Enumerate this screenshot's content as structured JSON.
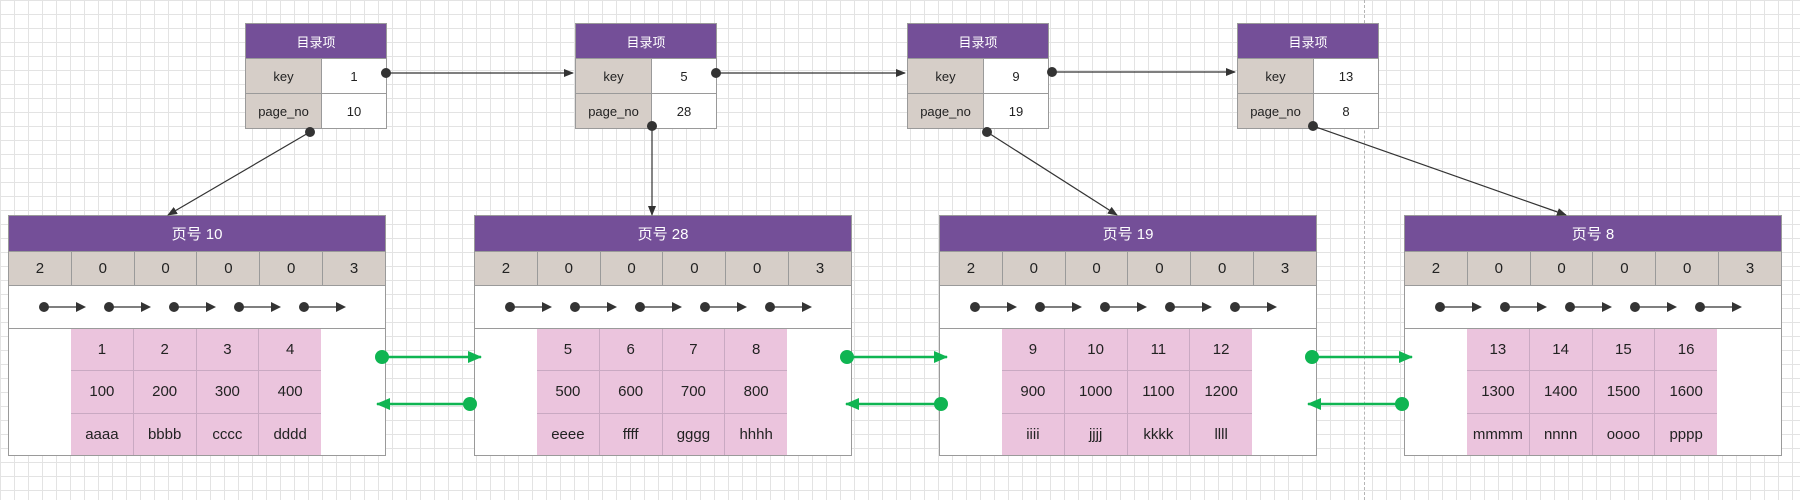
{
  "colors": {
    "header_purple": "#744f98",
    "label_beige": "#d6cec8",
    "record_pink": "#ebc4dd",
    "arrow_green": "#0fb552",
    "pointer_dark": "#333333"
  },
  "directory": [
    {
      "title": "目录项",
      "key_label": "key",
      "key": "1",
      "page_no_label": "page_no",
      "page_no": "10"
    },
    {
      "title": "目录项",
      "key_label": "key",
      "key": "5",
      "page_no_label": "page_no",
      "page_no": "28"
    },
    {
      "title": "目录项",
      "key_label": "key",
      "key": "9",
      "page_no_label": "page_no",
      "page_no": "19"
    },
    {
      "title": "目录项",
      "key_label": "key",
      "key": "13",
      "page_no_label": "page_no",
      "page_no": "8"
    }
  ],
  "pages": [
    {
      "title": "页号 10",
      "header": [
        "2",
        "0",
        "0",
        "0",
        "0",
        "3"
      ],
      "records": [
        {
          "key": "1",
          "value": "100",
          "text": "aaaa"
        },
        {
          "key": "2",
          "value": "200",
          "text": "bbbb"
        },
        {
          "key": "3",
          "value": "300",
          "text": "cccc"
        },
        {
          "key": "4",
          "value": "400",
          "text": "dddd"
        }
      ]
    },
    {
      "title": "页号 28",
      "header": [
        "2",
        "0",
        "0",
        "0",
        "0",
        "3"
      ],
      "records": [
        {
          "key": "5",
          "value": "500",
          "text": "eeee"
        },
        {
          "key": "6",
          "value": "600",
          "text": "ffff"
        },
        {
          "key": "7",
          "value": "700",
          "text": "gggg"
        },
        {
          "key": "8",
          "value": "800",
          "text": "hhhh"
        }
      ]
    },
    {
      "title": "页号 19",
      "header": [
        "2",
        "0",
        "0",
        "0",
        "0",
        "3"
      ],
      "records": [
        {
          "key": "9",
          "value": "900",
          "text": "iiii"
        },
        {
          "key": "10",
          "value": "1000",
          "text": "jjjj"
        },
        {
          "key": "11",
          "value": "1100",
          "text": "kkkk"
        },
        {
          "key": "12",
          "value": "1200",
          "text": "llll"
        }
      ]
    },
    {
      "title": "页号 8",
      "header": [
        "2",
        "0",
        "0",
        "0",
        "0",
        "3"
      ],
      "records": [
        {
          "key": "13",
          "value": "1300",
          "text": "mmmm"
        },
        {
          "key": "14",
          "value": "1400",
          "text": "nnnn"
        },
        {
          "key": "15",
          "value": "1500",
          "text": "oooo"
        },
        {
          "key": "16",
          "value": "1600",
          "text": "pppp"
        }
      ]
    }
  ]
}
